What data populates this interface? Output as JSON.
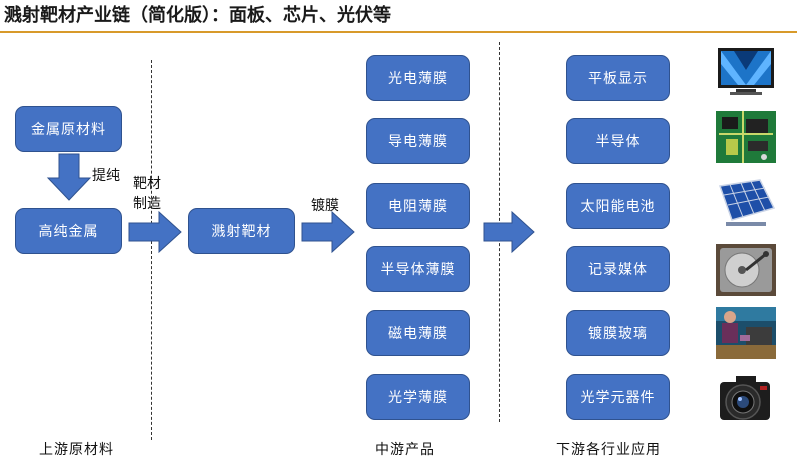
{
  "title": "溅射靶材产业链（简化版）：面板、芯片、光伏等",
  "upstream": {
    "raw_material": "金属原材料",
    "purify_label": "提纯",
    "high_purity": "高纯金属",
    "manufacture_label_1": "靶材",
    "manufacture_label_2": "制造",
    "footer": "上游原材料"
  },
  "midstream": {
    "target": "溅射靶材",
    "coating_label": "镀膜",
    "films": [
      "光电薄膜",
      "导电薄膜",
      "电阻薄膜",
      "半导体薄膜",
      "磁电薄膜",
      "光学薄膜"
    ],
    "footer": "中游产品"
  },
  "downstream": {
    "applications": [
      "平板显示",
      "半导体",
      "太阳能电池",
      "记录媒体",
      "镀膜玻璃",
      "光学元器件"
    ],
    "icons": [
      "flat-panel-tv-icon",
      "circuit-board-icon",
      "solar-panel-icon",
      "hard-disk-icon",
      "glass-coating-icon",
      "camera-icon"
    ],
    "footer": "下游各行业应用"
  },
  "colors": {
    "box_fill": "#4472c4",
    "box_border": "#2f528f",
    "title_rule": "#d89a2a"
  }
}
